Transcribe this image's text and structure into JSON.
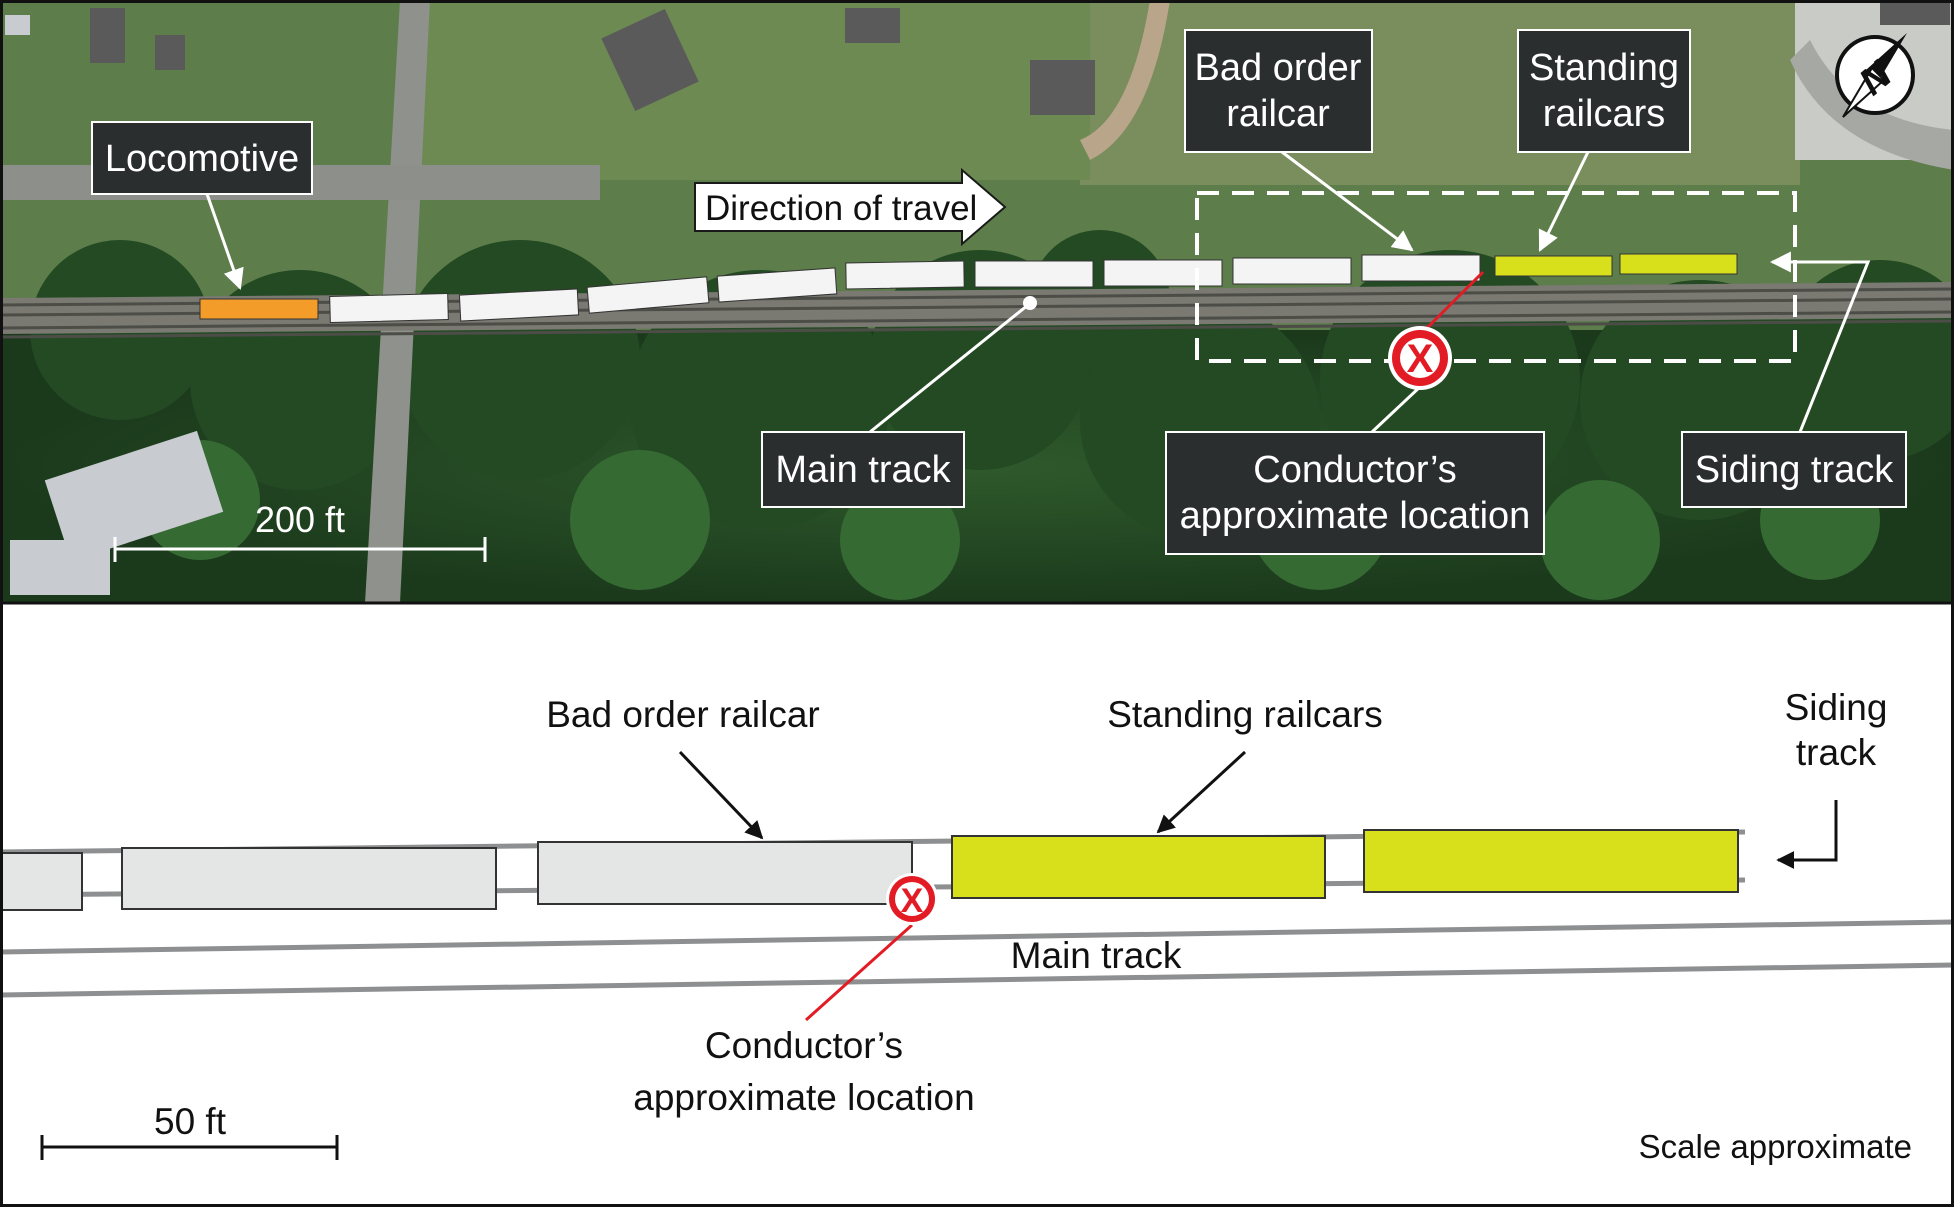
{
  "colors": {
    "locomotive": "#f39c2a",
    "standing": "#d8e01c",
    "marker": "#e21b24",
    "label_bg": "#2a2e2f",
    "railcar_light": "#e4e5e5"
  },
  "top_panel": {
    "labels": {
      "locomotive": "Locomotive",
      "direction": "Direction of travel",
      "bad_order_1": "Bad order",
      "bad_order_2": "railcar",
      "standing_1": "Standing",
      "standing_2": "railcars",
      "main_track": "Main track",
      "conductor_1": "Conductor’s",
      "conductor_2": "approximate location",
      "siding_track": "Siding track",
      "scale": "200 ft",
      "compass": "N"
    },
    "marker_glyph": "X"
  },
  "bottom_panel": {
    "labels": {
      "bad_order": "Bad order railcar",
      "standing": "Standing railcars",
      "siding_1": "Siding",
      "siding_2": "track",
      "main_track": "Main track",
      "conductor_1": "Conductor’s",
      "conductor_2": "approximate location",
      "scale": "50 ft",
      "scale_note": "Scale approximate"
    },
    "marker_glyph": "X"
  }
}
